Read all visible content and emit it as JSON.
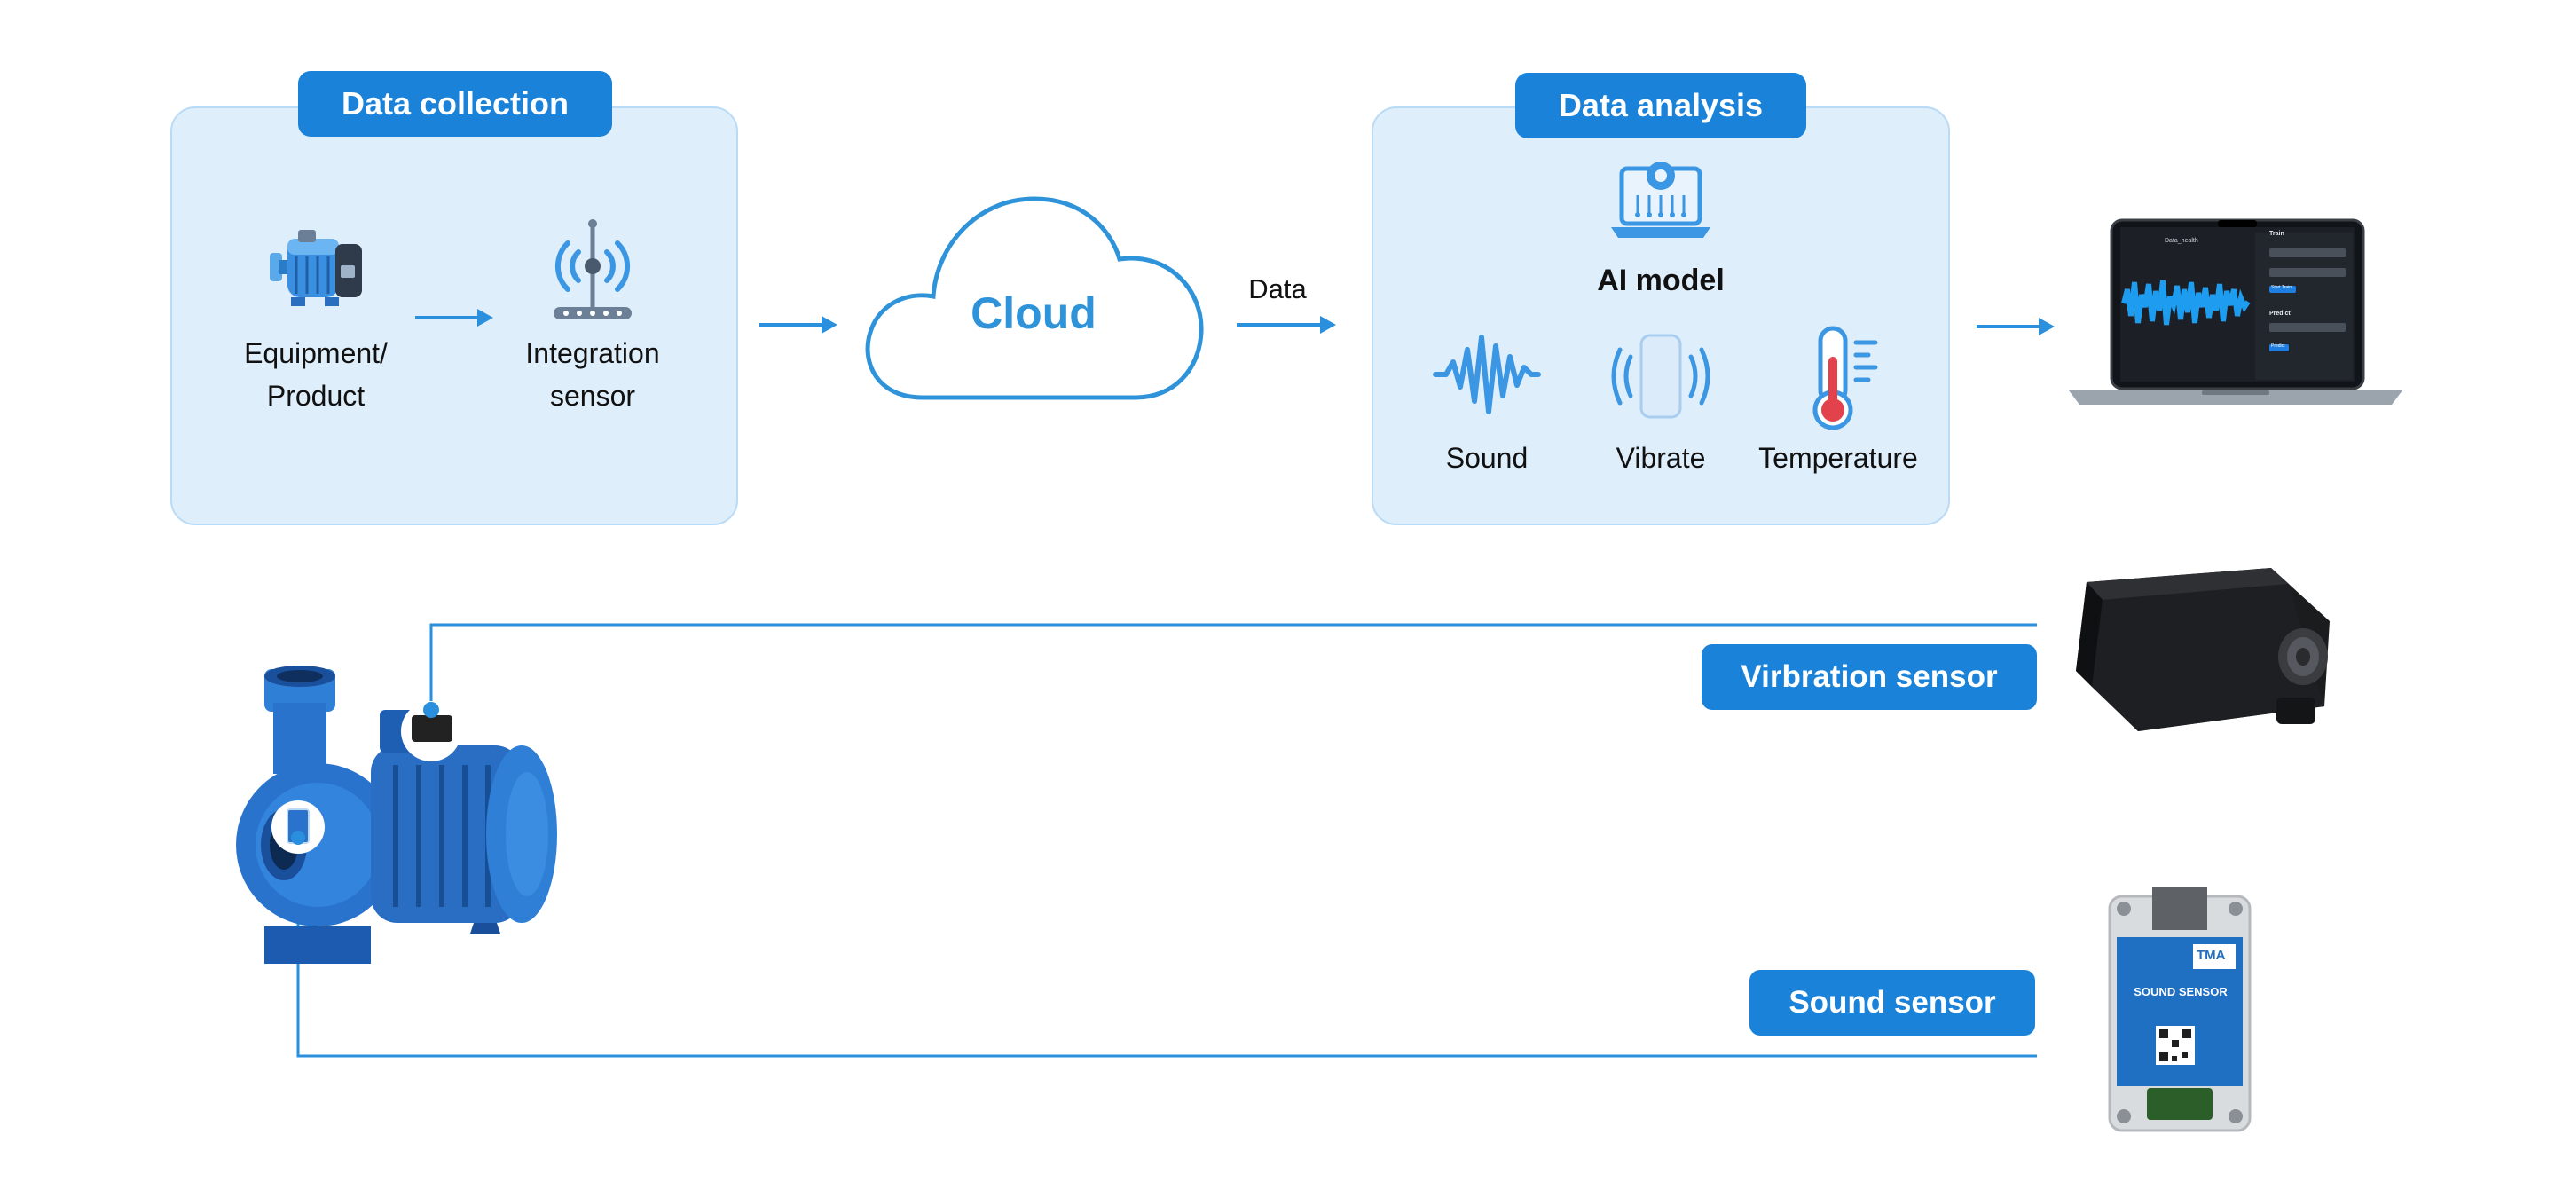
{
  "colors": {
    "accent": "#1a83d9",
    "panel": "#dfeefb",
    "panel_border": "#b9dbf6",
    "line": "#2a8fdc",
    "icon": "#3b97e3"
  },
  "data_collection": {
    "title": "Data collection",
    "equipment_label_line1": "Equipment/",
    "equipment_label_line2": "Product",
    "sensor_label_line1": "Integration",
    "sensor_label_line2": "sensor",
    "equipment_icon": "motor-icon",
    "sensor_icon": "antenna-sensor-icon"
  },
  "cloud": {
    "label": "Cloud",
    "flow_label": "Data"
  },
  "data_analysis": {
    "title": "Data analysis",
    "model_label": "AI model",
    "model_icon": "ai-laptop-gear-icon",
    "signals": [
      {
        "label": "Sound",
        "icon": "sound-wave-icon"
      },
      {
        "label": "Vibrate",
        "icon": "vibrating-phone-icon"
      },
      {
        "label": "Temperature",
        "icon": "thermometer-icon"
      }
    ]
  },
  "dashboard": {
    "icon": "laptop-dashboard-icon",
    "chart_title": "Data_health",
    "side_title": "Train",
    "side_subtitle": "Predict",
    "button_train": "Start Train",
    "button_predict": "Predict"
  },
  "sensors": {
    "vibration_label": "Virbration sensor",
    "sound_label": "Sound sensor",
    "sound_device_text": "SOUND SENSOR",
    "sound_device_brand": "TMA",
    "pump_icon": "water-pump-icon",
    "vibration_device_icon": "vibration-sensor-box-icon",
    "sound_device_icon": "sound-sensor-box-icon"
  }
}
